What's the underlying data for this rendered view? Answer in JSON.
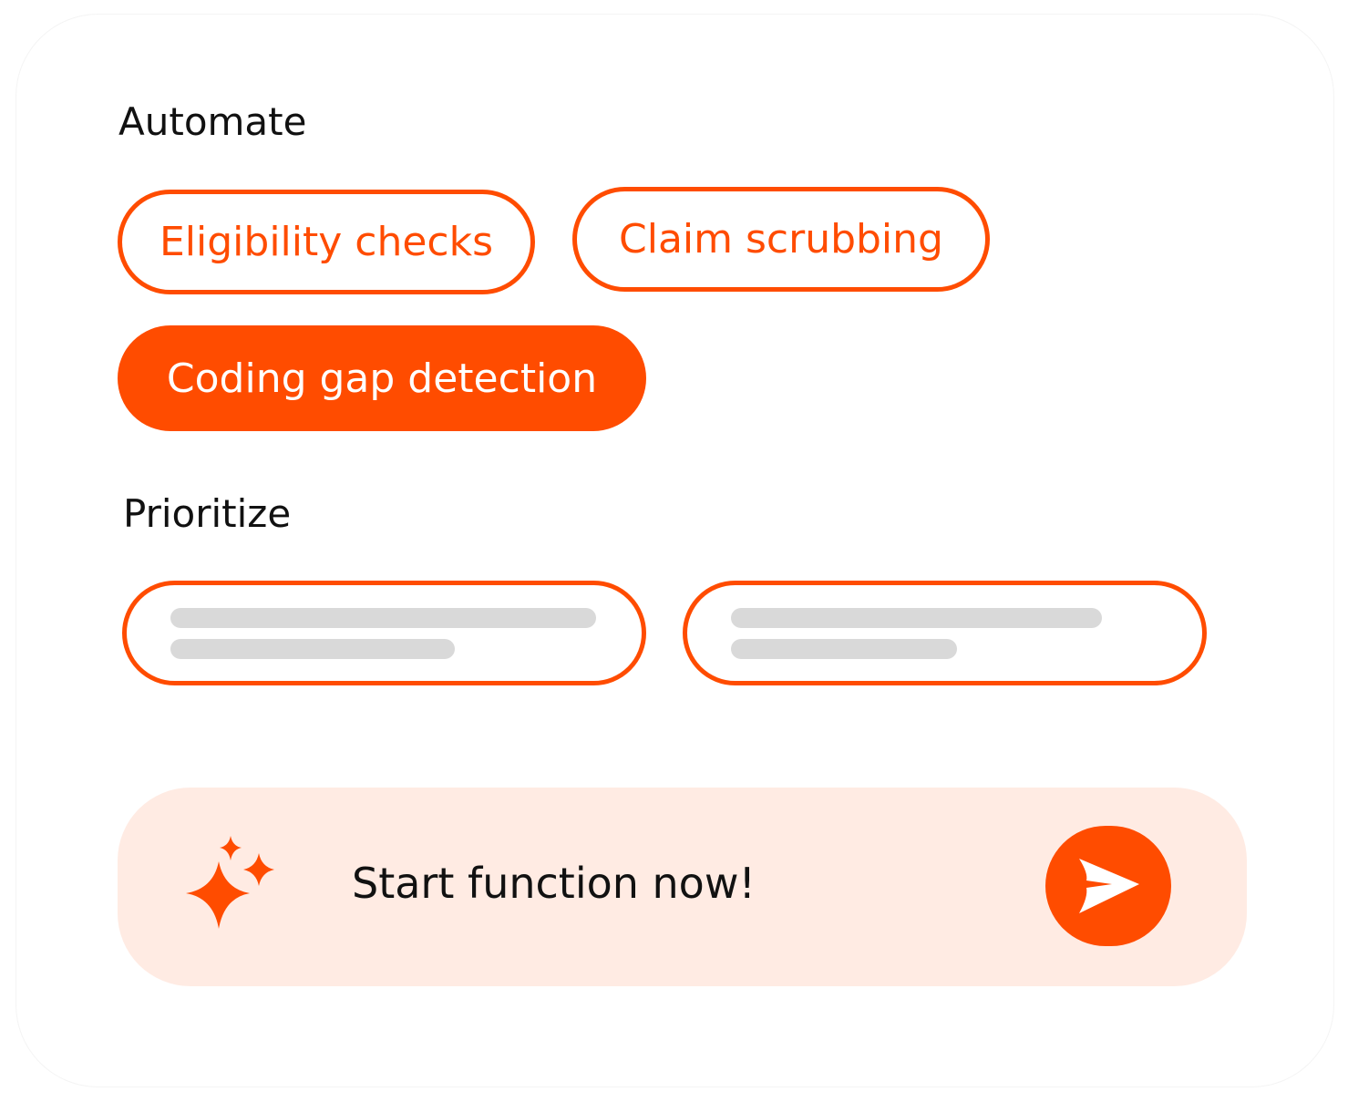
{
  "colors": {
    "accent": "#ff4c00",
    "prompt_bg": "#ffebe3",
    "skeleton": "#d9d9d9",
    "text": "#111111"
  },
  "automate": {
    "title": "Automate",
    "options": [
      {
        "label": "Eligibility checks",
        "selected": false
      },
      {
        "label": "Claim scrubbing",
        "selected": false
      },
      {
        "label": "Coding gap detection",
        "selected": true
      }
    ]
  },
  "prioritize": {
    "title": "Prioritize"
  },
  "prompt": {
    "text": "Start function now!",
    "leading_icon": "sparkle-icon",
    "send_icon": "send-icon"
  }
}
